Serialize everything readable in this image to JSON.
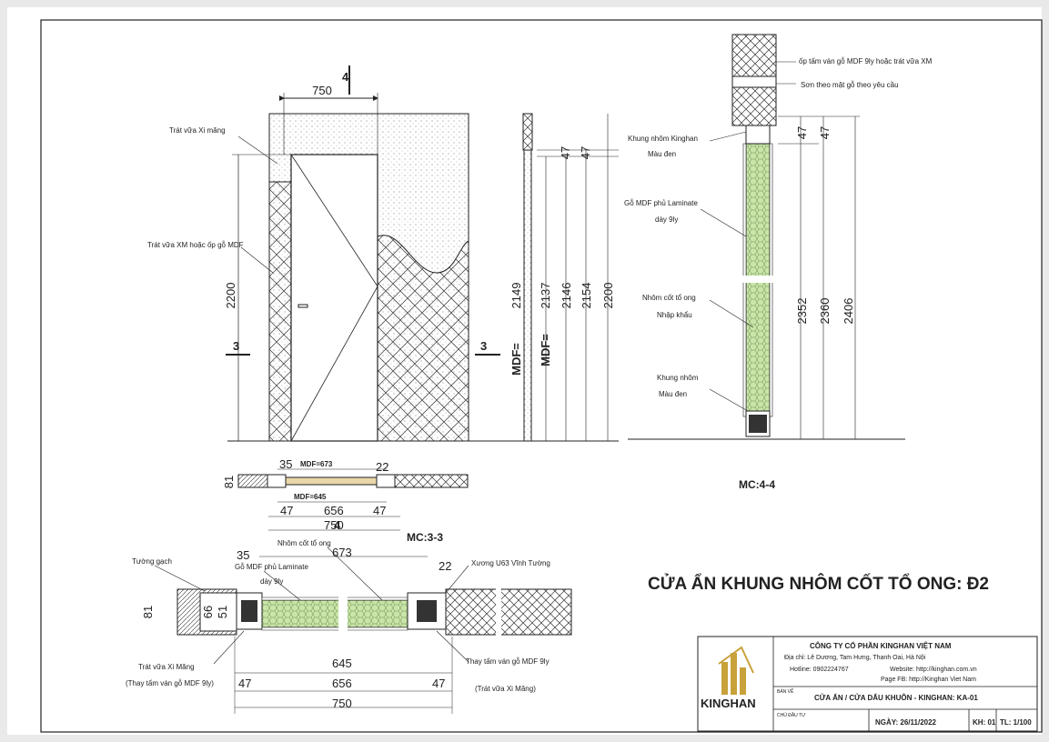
{
  "title": "CỬA ẨN KHUNG NHÔM CỐT TỔ ONG: Đ2",
  "elevation": {
    "width": "750",
    "height": "2200",
    "section_mark_top": "4",
    "section_mark_left": "3",
    "section_mark_right": "3",
    "note_top": "Trát vữa Xi măng",
    "note_left": "Trát vữa XM hoặc ốp gỗ MDF"
  },
  "side_view": {
    "dims": [
      "2149",
      "2137",
      "2146",
      "2154",
      "2200"
    ],
    "mdf_prefix": "MDF=",
    "small_dims": [
      "47",
      "47"
    ]
  },
  "section_4_4": {
    "label": "MC:4-4",
    "notes": [
      "ốp tấm ván gỗ MDF 9ly hoặc trát vữa XM",
      "Sơn theo mặt gỗ theo yêu cầu",
      "Khung nhôm Kinghan",
      "Màu đen",
      "Gỗ MDF phủ Laminate",
      "dày 9ly",
      "Nhôm cốt tổ ong",
      "Nhập khẩu",
      "Khung nhôm",
      "Màu đen"
    ],
    "dims_top": [
      "47",
      "47"
    ],
    "dims": [
      "2352",
      "2360",
      "2406"
    ]
  },
  "section_3_3_small": {
    "dims": [
      "35",
      "MDF=673",
      "22",
      "81",
      "MDF=645",
      "47",
      "656",
      "47",
      "750",
      "4"
    ]
  },
  "section_3_3": {
    "label": "MC:3-3",
    "notes_left": [
      "Tường gạch",
      "Gỗ MDF phủ Laminate",
      "dày 9ly",
      "Trát vữa Xi Măng",
      "(Thay tấm ván gỗ MDF 9ly)"
    ],
    "notes_right": [
      "Nhôm cốt tổ ong",
      "Xương U63 Vĩnh Tường",
      "Thay tấm ván gỗ MDF 9ly",
      "(Trát vữa Xi Măng)"
    ],
    "dims": [
      "35",
      "673",
      "22",
      "81",
      "66",
      "51",
      "645",
      "47",
      "656",
      "47",
      "750"
    ]
  },
  "title_block": {
    "company": "CÔNG TY CỔ PHẦN KINGHAN VIỆT NAM",
    "address": "Địa chỉ: Lê Dương, Tam Hưng, Thanh Oai, Hà Nội",
    "hotline": "Hotline: 0902224767",
    "website": "Website: http://kinghan.com.vn",
    "page_fb": "Page FB: http://Kinghan Viet Nam",
    "ban_ve_label": "BẢN VẼ",
    "drawing_name": "CỬA ẨN / CỬA DẤU KHUÔN - KINGHAN: KA-01",
    "chu_dau_tu_label": "CHỦ ĐẦU TƯ",
    "date": "NGÀY: 26/11/2022",
    "kh": "KH: 01",
    "scale": "TL: 1/100",
    "logo": "KINGHAN"
  },
  "colors": {
    "honeycomb": "#c9e6a8",
    "line": "#222222",
    "logo_gold": "#c8a13a"
  }
}
